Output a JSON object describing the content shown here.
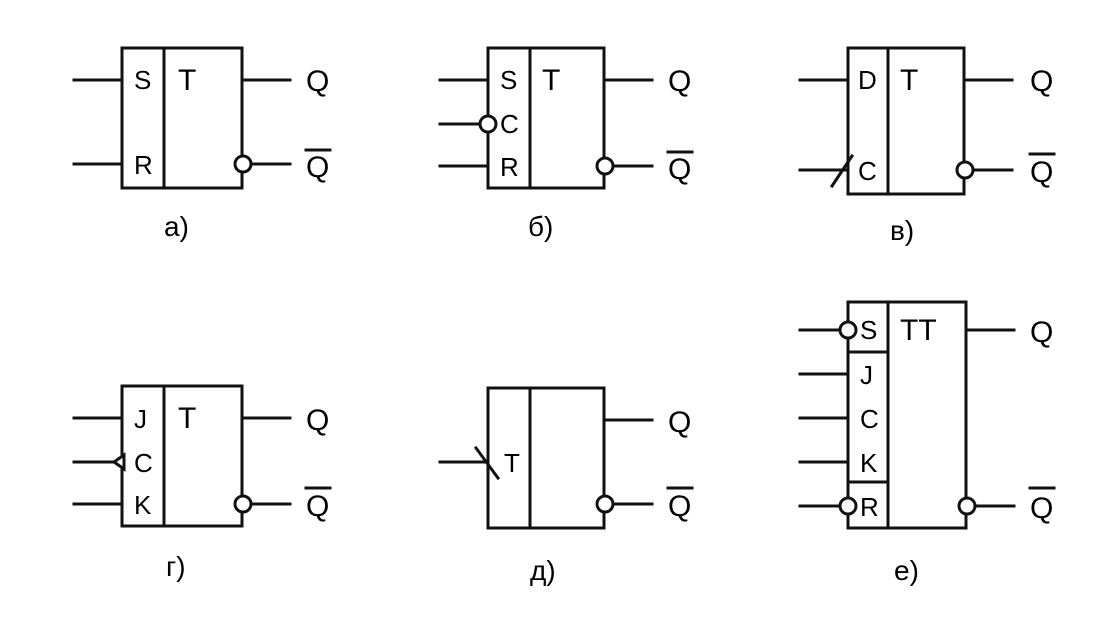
{
  "flipflops": {
    "a": {
      "caption": "а)",
      "title": "T",
      "pins": [
        "S",
        "R"
      ],
      "out_q": "Q",
      "out_nq": "Q"
    },
    "b": {
      "caption": "б)",
      "title": "T",
      "pins": [
        "S",
        "C",
        "R"
      ],
      "out_q": "Q",
      "out_nq": "Q"
    },
    "v": {
      "caption": "в)",
      "title": "T",
      "pins": [
        "D",
        "C"
      ],
      "out_q": "Q",
      "out_nq": "Q"
    },
    "g": {
      "caption": "г)",
      "title": "T",
      "pins": [
        "J",
        "C",
        "K"
      ],
      "out_q": "Q",
      "out_nq": "Q"
    },
    "d": {
      "caption": "д)",
      "title": "",
      "pins": [
        "T"
      ],
      "out_q": "Q",
      "out_nq": "Q"
    },
    "e": {
      "caption": "е)",
      "title": "TT",
      "pins": [
        "S",
        "J",
        "C",
        "K",
        "R"
      ],
      "out_q": "Q",
      "out_nq": "Q"
    }
  }
}
